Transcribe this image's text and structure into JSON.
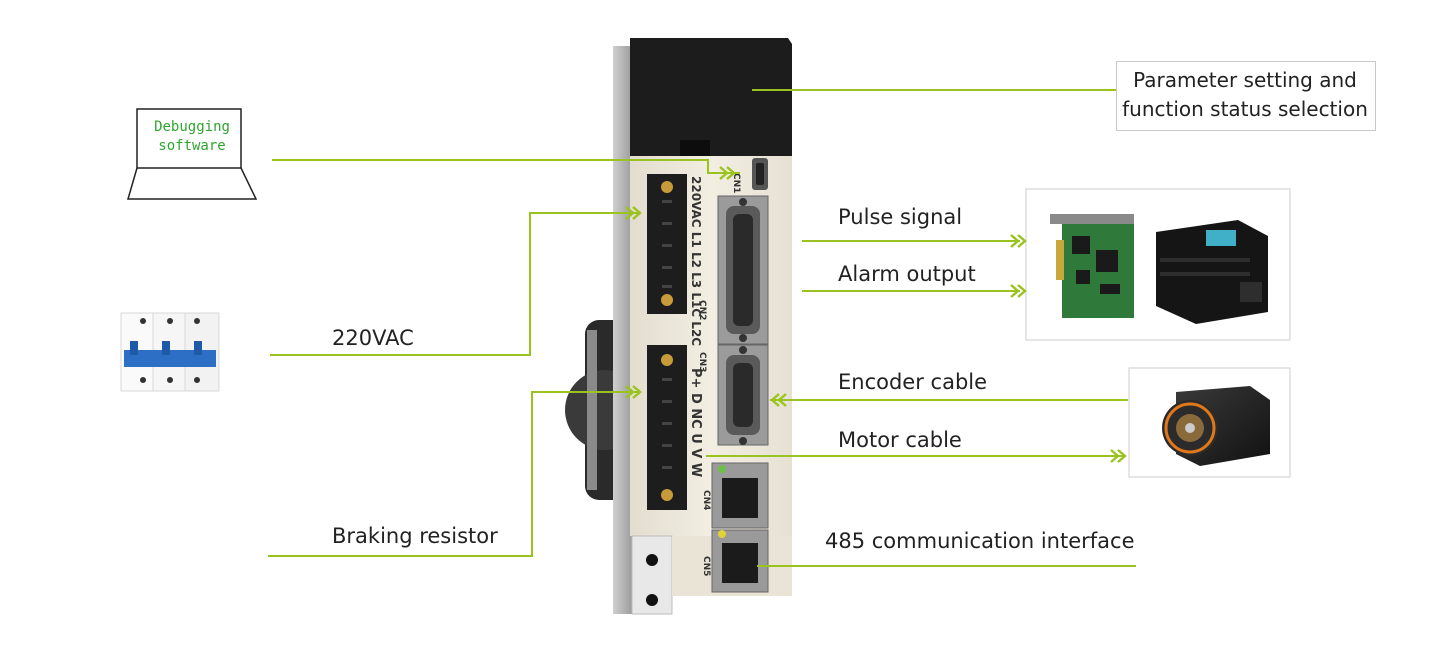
{
  "labels": {
    "debug_software_line1": "Debugging",
    "debug_software_line2": "software",
    "parameter_line1": "Parameter setting and",
    "parameter_line2": "function status selection",
    "pulse_signal": "Pulse signal",
    "alarm_output": "Alarm output",
    "voltage": "220VAC",
    "encoder_cable": "Encoder cable",
    "motor_cable": "Motor cable",
    "braking_resistor": "Braking resistor",
    "comm_interface": "485 communication interface"
  },
  "device_markings": {
    "cn1": "CN1",
    "cn2": "CN2",
    "cn3": "CN3",
    "cn4": "CN4",
    "cn5": "CN5",
    "power_terminals": "220VAC L1 L2 L3 L1C L2C",
    "motor_terminals": "P+ D NC U V W"
  },
  "colors": {
    "connector_line": "#9bc31f",
    "device_body": "#ece7d9",
    "device_dark": "#1c1c1c",
    "text": "#222222"
  }
}
